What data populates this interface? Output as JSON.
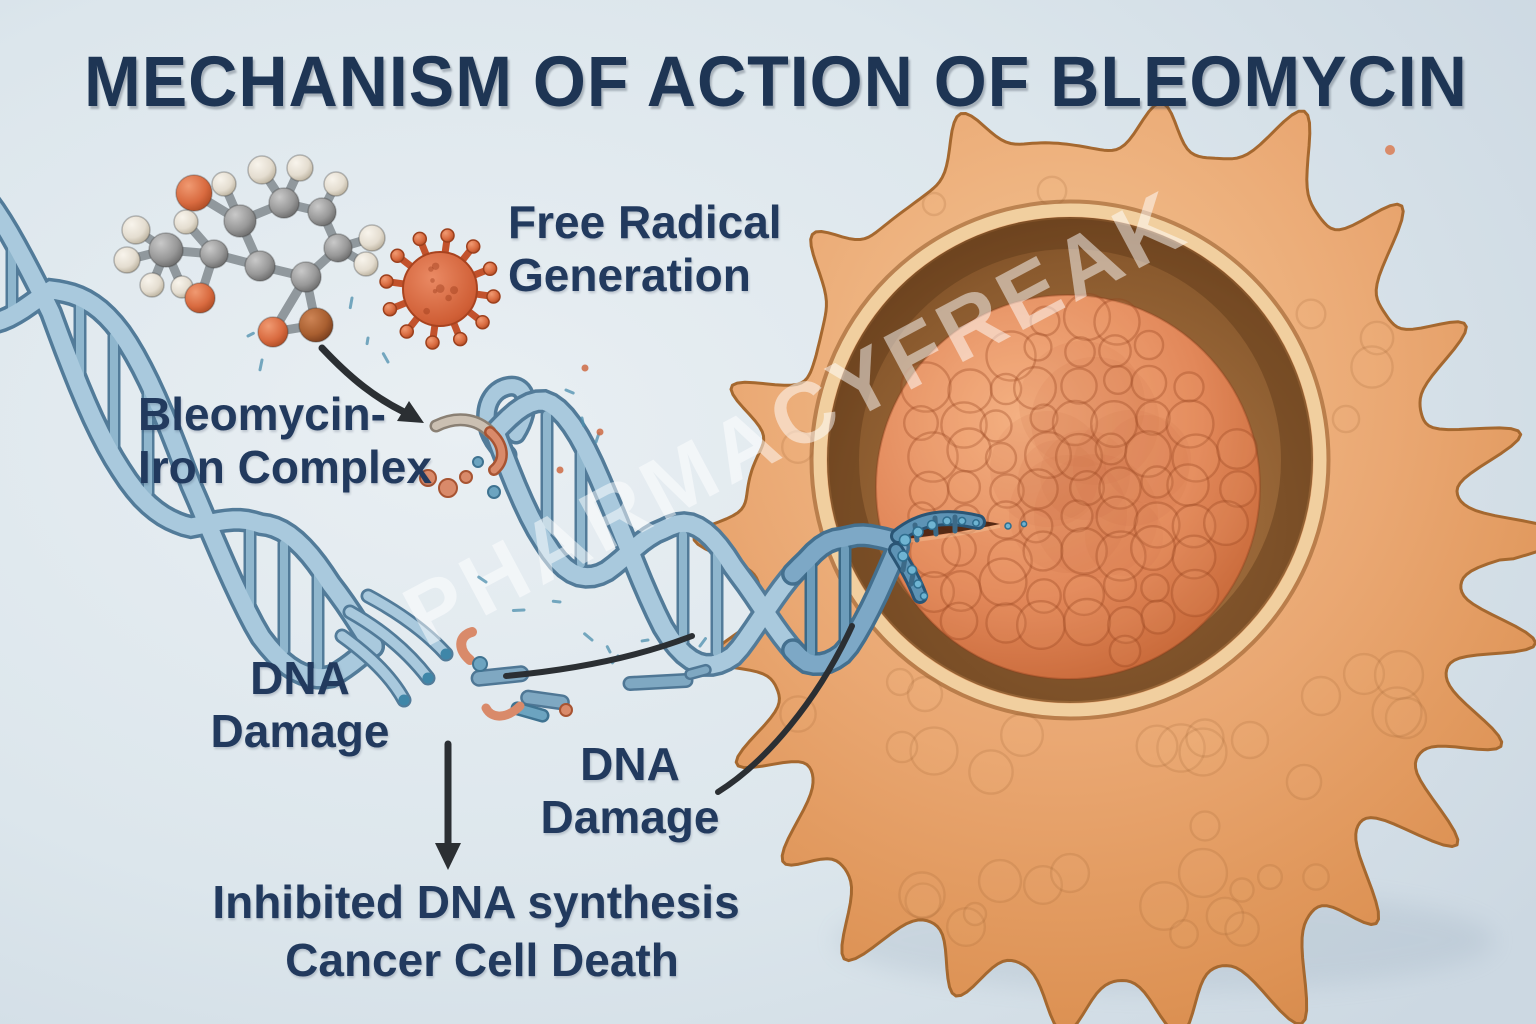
{
  "title": "MECHANISM OF ACTION OF BLEOMYCIN",
  "watermark": "PHARMACYFREAK",
  "labels": {
    "free_radical": "Free Radical\nGeneration",
    "bleomycin_iron": "Bleomycin-\nIron Complex",
    "dna_damage_left": "DNA\nDamage",
    "dna_damage_right": "DNA\nDamage",
    "outcome_line1": "Inhibited DNA synthesis",
    "outcome_line2": "Cancer Cell Death"
  },
  "icons": {
    "molecule": "bleomycin-iron-complex-ball-and-stick",
    "free_radical": "spiky-orange-free-radical-sphere",
    "dna": "blue-double-helix-with-strand-breaks",
    "cell": "cancer-cell-cutaway-showing-nucleus"
  },
  "colors": {
    "background": "#dce6ec",
    "title_text": "#1e3554",
    "label_text": "#223a5e",
    "dna_strand": "#a9c9dd",
    "dna_outline": "#527b99",
    "dna_rung": "#8fb6cd",
    "dna_dark_strand": "#7da8c6",
    "dna_dark_outline": "#44708f",
    "cell_membrane": "#e8a76c",
    "cell_interior": "#8a5a2e",
    "nucleus": "#e2885a",
    "free_radical": "#d05f36",
    "fragment_accent": "#d98a6a",
    "arrow": "#2b2f33",
    "watermark_text": "rgba(255,255,255,0.5)"
  }
}
